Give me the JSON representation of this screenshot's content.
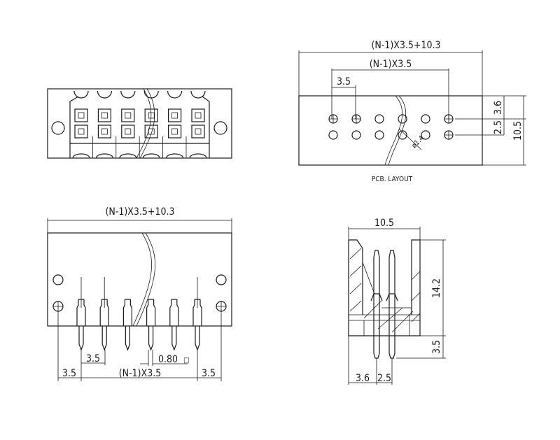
{
  "drawing": {
    "line_color": "#1a1a1a",
    "background": "#ffffff",
    "front_view": {
      "terminal_count": 6,
      "rows": 2
    },
    "pcb_layout": {
      "title": "PCB. LAYOUT",
      "overall_width": "(N-1)X3.5+10.3",
      "pitch_span": "(N-1)X3.5",
      "pitch": "3.5",
      "row_offset_top": "3.6",
      "row_spacing": "2.5",
      "height": "10.5",
      "hole_diameter": "ø1.4"
    },
    "bottom_view": {
      "overall_width": "(N-1)X3.5+10.3",
      "pitch": "3.5",
      "pin_size": "0.80",
      "pin_size_symbol": "□",
      "left_margin": "3.5",
      "pitch_span": "(N-1)X3.5",
      "right_margin": "3.5"
    },
    "side_view": {
      "width": "10.5",
      "height": "14.2",
      "pin_length": "3.5",
      "offset_1": "3.6",
      "offset_2": "2.5"
    }
  }
}
